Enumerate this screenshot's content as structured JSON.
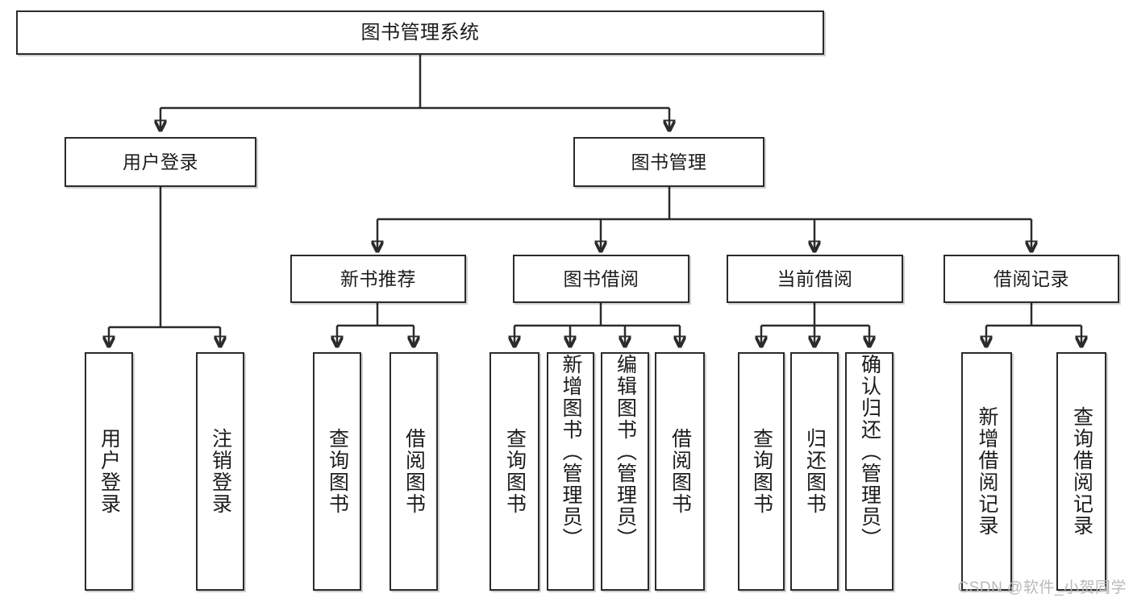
{
  "diagram": {
    "title": "图书管理系统",
    "type": "tree-hierarchy",
    "watermark": "CSDN @软件_小贺同学",
    "root": {
      "id": "root",
      "label": "图书管理系统"
    },
    "level2": [
      {
        "id": "user-login",
        "label": "用户登录"
      },
      {
        "id": "book-manage",
        "label": "图书管理"
      }
    ],
    "level3": [
      {
        "id": "new-book-rec",
        "label": "新书推荐"
      },
      {
        "id": "book-borrow",
        "label": "图书借阅"
      },
      {
        "id": "current-borrow",
        "label": "当前借阅"
      },
      {
        "id": "borrow-record",
        "label": "借阅记录"
      }
    ],
    "leaves": {
      "user_login": [
        {
          "id": "leaf-user-login",
          "label": "用户登录"
        },
        {
          "id": "leaf-logout-login",
          "label": "注销登录"
        }
      ],
      "new_book_rec": [
        {
          "id": "leaf-query-book-1",
          "label": "查询图书"
        },
        {
          "id": "leaf-borrow-book-1",
          "label": "借阅图书"
        }
      ],
      "book_borrow": [
        {
          "id": "leaf-query-book-2",
          "label": "查询图书"
        },
        {
          "id": "leaf-add-book",
          "label": "新增图书（管理员）"
        },
        {
          "id": "leaf-edit-book",
          "label": "编辑图书（管理员）"
        },
        {
          "id": "leaf-borrow-book-2",
          "label": "借阅图书"
        }
      ],
      "current_borrow": [
        {
          "id": "leaf-query-book-3",
          "label": "查询图书"
        },
        {
          "id": "leaf-return-book",
          "label": "归还图书"
        },
        {
          "id": "leaf-confirm-return",
          "label": "确认归还（管理员）"
        }
      ],
      "borrow_record": [
        {
          "id": "leaf-add-record",
          "label": "新增借阅记录"
        },
        {
          "id": "leaf-query-record",
          "label": "查询借阅记录"
        }
      ]
    },
    "colors": {
      "stroke": "#2b2b2b",
      "fill": "#ffffff",
      "text": "#1c1c1c",
      "watermark": "#b9b9b9"
    }
  }
}
